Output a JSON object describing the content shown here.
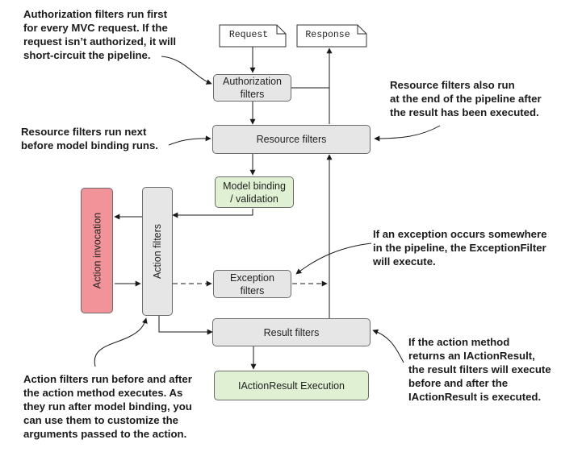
{
  "notes": {
    "authorization": [
      "Authorization filters run first",
      "for every MVC request. If the",
      "request isn’t authorized, it will",
      "short-circuit the pipeline."
    ],
    "resource_first": [
      "Resource filters run next",
      "before model binding runs."
    ],
    "resource_end": [
      "Resource filters also run",
      "at the end of the pipeline after",
      "the result has been executed."
    ],
    "exception": [
      "If an exception occurs somewhere",
      "in the pipeline, the ExceptionFilter",
      "will execute."
    ],
    "action": [
      "Action filters run before and after",
      "the action method executes. As",
      "they run after model binding, you",
      "can use them to customize the",
      "arguments passed to the action."
    ],
    "result": [
      "If the action method",
      "returns an IActionResult,",
      "the result filters will execute",
      "before and after the",
      "IActionResult is executed."
    ]
  },
  "boxes": {
    "request": "Request",
    "response": "Response",
    "authorization": [
      "Authorization",
      "filters"
    ],
    "resource": "Resource filters",
    "model_binding": [
      "Model binding",
      "/ validation"
    ],
    "action_invocation": "Action invocation",
    "action_filters": "Action filters",
    "exception": [
      "Exception",
      "filters"
    ],
    "result": "Result filters",
    "iactionresult": "IActionResult Execution"
  },
  "colors": {
    "gray_box": "#e6e6e6",
    "green_box": "#e0f0d2",
    "red_box": "#f19399",
    "line": "#1a1a1a"
  }
}
